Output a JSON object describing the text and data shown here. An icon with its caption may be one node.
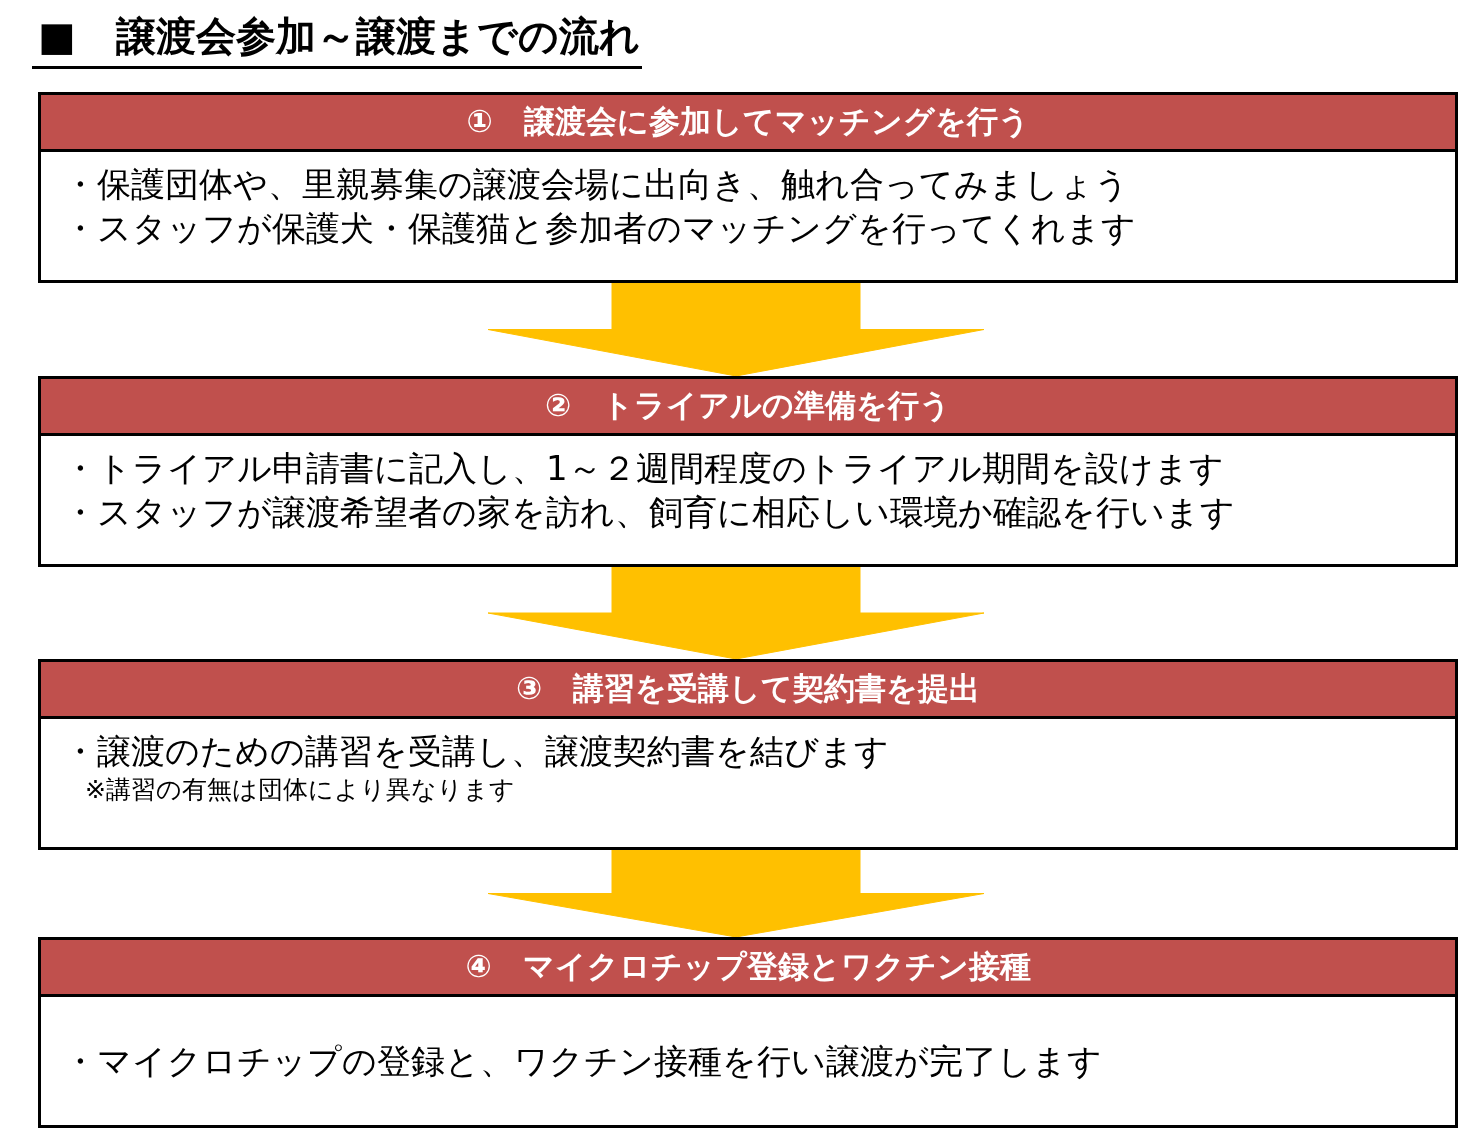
{
  "diagram": {
    "title": "■　譲渡会参加～譲渡までの流れ",
    "nodes": [
      {
        "text": [
          "①　譲渡会に参加してマッチングを行う",
          "・保護団体や、里親募集の譲渡会場に出向き、触れ合ってみましょう",
          "・スタッフが保護犬・保護猫と参加者のマッチングを行ってくれます"
        ]
      },
      {
        "text": [
          "②　トライアルの準備を行う",
          "・トライアル申請書に記入し、1～２週間程度のトライアル期間を設けます",
          "・スタッフが譲渡希望者の家を訪れ、飼育に相応しい環境か確認を行います"
        ]
      },
      {
        "text": [
          "③　講習を受講して契約書を提出",
          "・譲渡のための講習を受講し、譲渡契約書を結びます",
          "※講習の有無は団体により異なります"
        ]
      },
      {
        "text": [
          "④　マイクロチップ登録とワクチン接種",
          "・マイクロチップの登録と、ワクチン接種を行い譲渡が完了します"
        ]
      }
    ],
    "edges": [
      {
        "from": 0,
        "to": 1,
        "arrow": "to",
        "style": "thick",
        "color": "#ffc000"
      },
      {
        "from": 1,
        "to": 2,
        "arrow": "to",
        "style": "thick",
        "color": "#ffc000"
      },
      {
        "from": 2,
        "to": 3,
        "arrow": "to",
        "style": "thick",
        "color": "#ffc000"
      }
    ]
  }
}
